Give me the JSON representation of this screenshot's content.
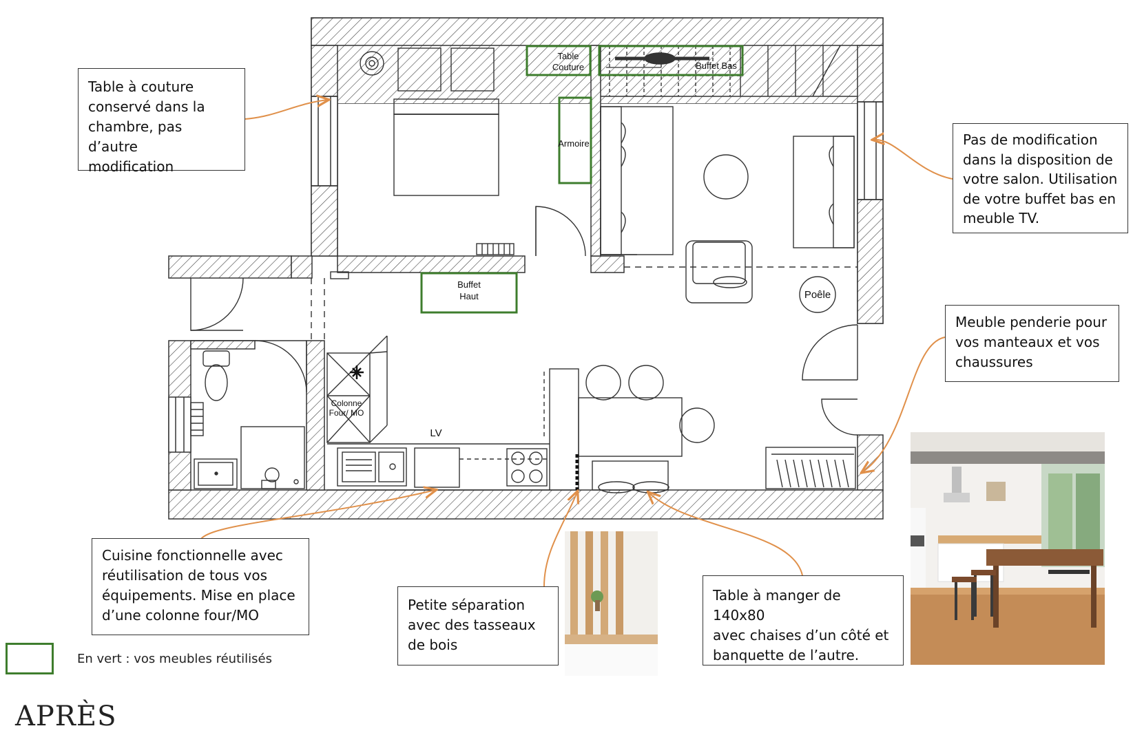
{
  "title": "APRÈS",
  "legend": {
    "text": "En vert : vos meubles réutilisés",
    "color": "#3e7d2d"
  },
  "accent_color": "#e0904a",
  "plan_labels": {
    "table_couture": [
      "Table",
      "Couture"
    ],
    "buffet_bas": "Buffet Bas",
    "armoire": "Armoire",
    "buffet_haut": [
      "Buffet",
      "Haut"
    ],
    "colonne": [
      "Colonne",
      "Four/ MO"
    ],
    "lv": "LV",
    "poele": "Poêle"
  },
  "callouts": {
    "couture": [
      "Table à couture",
      "conservé dans la",
      "chambre, pas d’autre",
      "modification"
    ],
    "salon": [
      "Pas de modification",
      "dans la disposition de",
      "votre salon. Utilisation",
      "de votre buffet bas en",
      "meuble TV."
    ],
    "penderie": [
      "Meuble penderie pour",
      "vos manteaux et vos",
      "chaussures"
    ],
    "cuisine": [
      "Cuisine fonctionnelle avec",
      "réutilisation de tous vos",
      "équipements. Mise en place",
      "d’une colonne four/MO"
    ],
    "separation": [
      "Petite séparation",
      "avec des tasseaux",
      "de bois"
    ],
    "table": [
      "Table à manger de 140x80",
      "avec chaises d’un côté et",
      "banquette de l’autre."
    ]
  }
}
